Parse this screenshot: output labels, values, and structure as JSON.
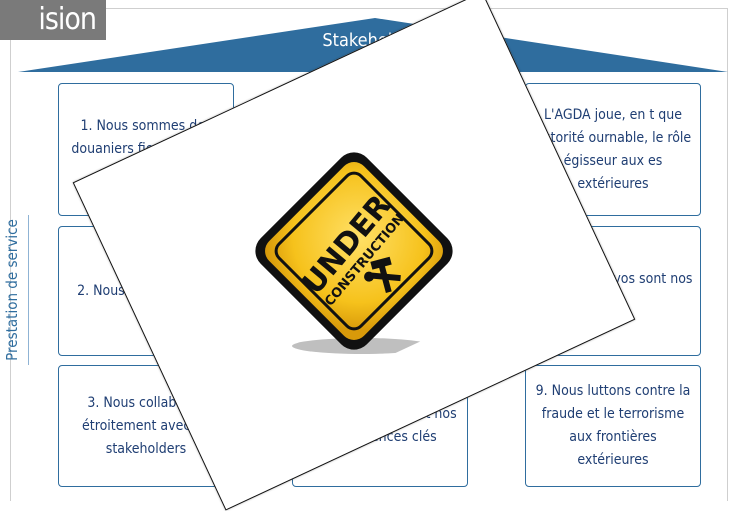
{
  "header": {
    "vision_label": "ision"
  },
  "roof": {
    "title": "Stakeholders"
  },
  "side": {
    "label": "Prestation de service"
  },
  "cards": [
    {
      "text": "1. Nous sommes des douaniers fiers intègres for"
    },
    {
      "text": ""
    },
    {
      "text": "L'AGDA joue, en t que autorité ournable, le rôle égisseur aux es extérieures"
    },
    {
      "text": "2. Nous so à votre ser"
    },
    {
      "text": ""
    },
    {
      "text": "delà des es: vos sont nos ons"
    },
    {
      "text": "3. Nous collaboron étroitement avec no stakeholders"
    },
    {
      "text": "ns sur nos tâches et nos compétences clés"
    },
    {
      "text": "9. Nous luttons contre la fraude et le terrorisme aux frontières extérieures"
    }
  ],
  "overlay": {
    "sign_line1": "UNDER",
    "sign_line2": "CONSTRUCTION"
  },
  "colors": {
    "roof": "#2f6d9e",
    "card_border": "#2f6d9e",
    "card_text": "#1f3e73",
    "sign_yellow": "#f6c21c",
    "sign_black": "#111111"
  }
}
